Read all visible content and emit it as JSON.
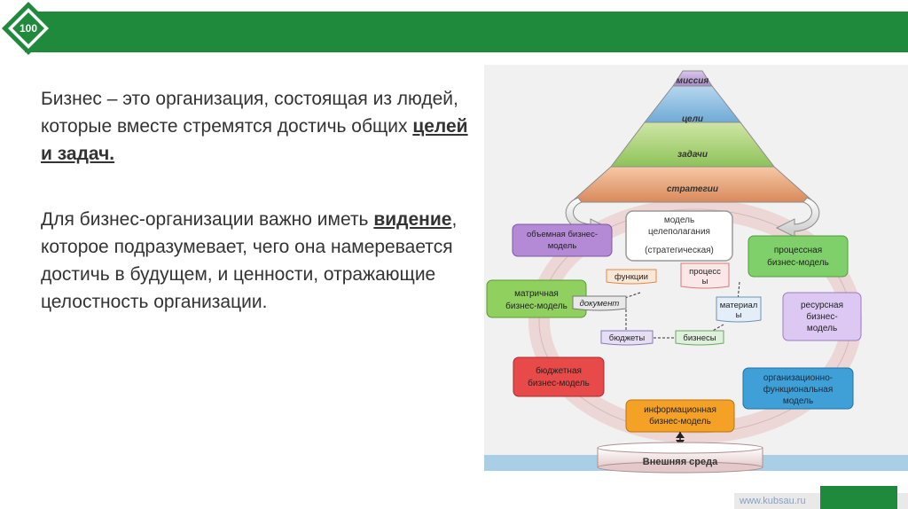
{
  "paragraph1": {
    "lead": "Бизнес – это организация, состоящая из людей, которые вместе стремятся достичь общих ",
    "emph": "целей и задач."
  },
  "paragraph2": {
    "lead": "Для бизнес-организации важно иметь ",
    "emph": "видение",
    "rest": ", которое подразумевает, чего она намеревается достичь в будущем, и ценности, отражающие целостность организации."
  },
  "pyramid": {
    "level1": "миссия",
    "level2": "цели",
    "level3": "задачи",
    "level4": "стратегии"
  },
  "center": {
    "line1": "модель",
    "line2": "целеполагания",
    "line3": "(стратегическая)"
  },
  "models": {
    "volume": [
      "объемная бизнес-",
      "модель"
    ],
    "process": [
      "процессная",
      "бизнес-модель"
    ],
    "matrix": [
      "матричная",
      "бизнес-модель"
    ],
    "resource": [
      "ресурсная",
      "бизнес-",
      "модель"
    ],
    "budget": [
      "бюджетная",
      "бизнес-модель"
    ],
    "org": [
      "организационно-",
      "функциональная",
      "модель"
    ],
    "info": [
      "информационная",
      "бизнес-модель"
    ]
  },
  "inner": {
    "functions": "функции",
    "processes": [
      "процесс",
      "ы"
    ],
    "document": "документ",
    "material": [
      "материал",
      "ы"
    ],
    "budgets": "бюджеты",
    "businesses": "бизнесы"
  },
  "environment": "Внешняя среда",
  "footer_url": "www.kubsau.ru",
  "logo_text": "100",
  "colors": {
    "brand_green": "#1f8a3c"
  }
}
